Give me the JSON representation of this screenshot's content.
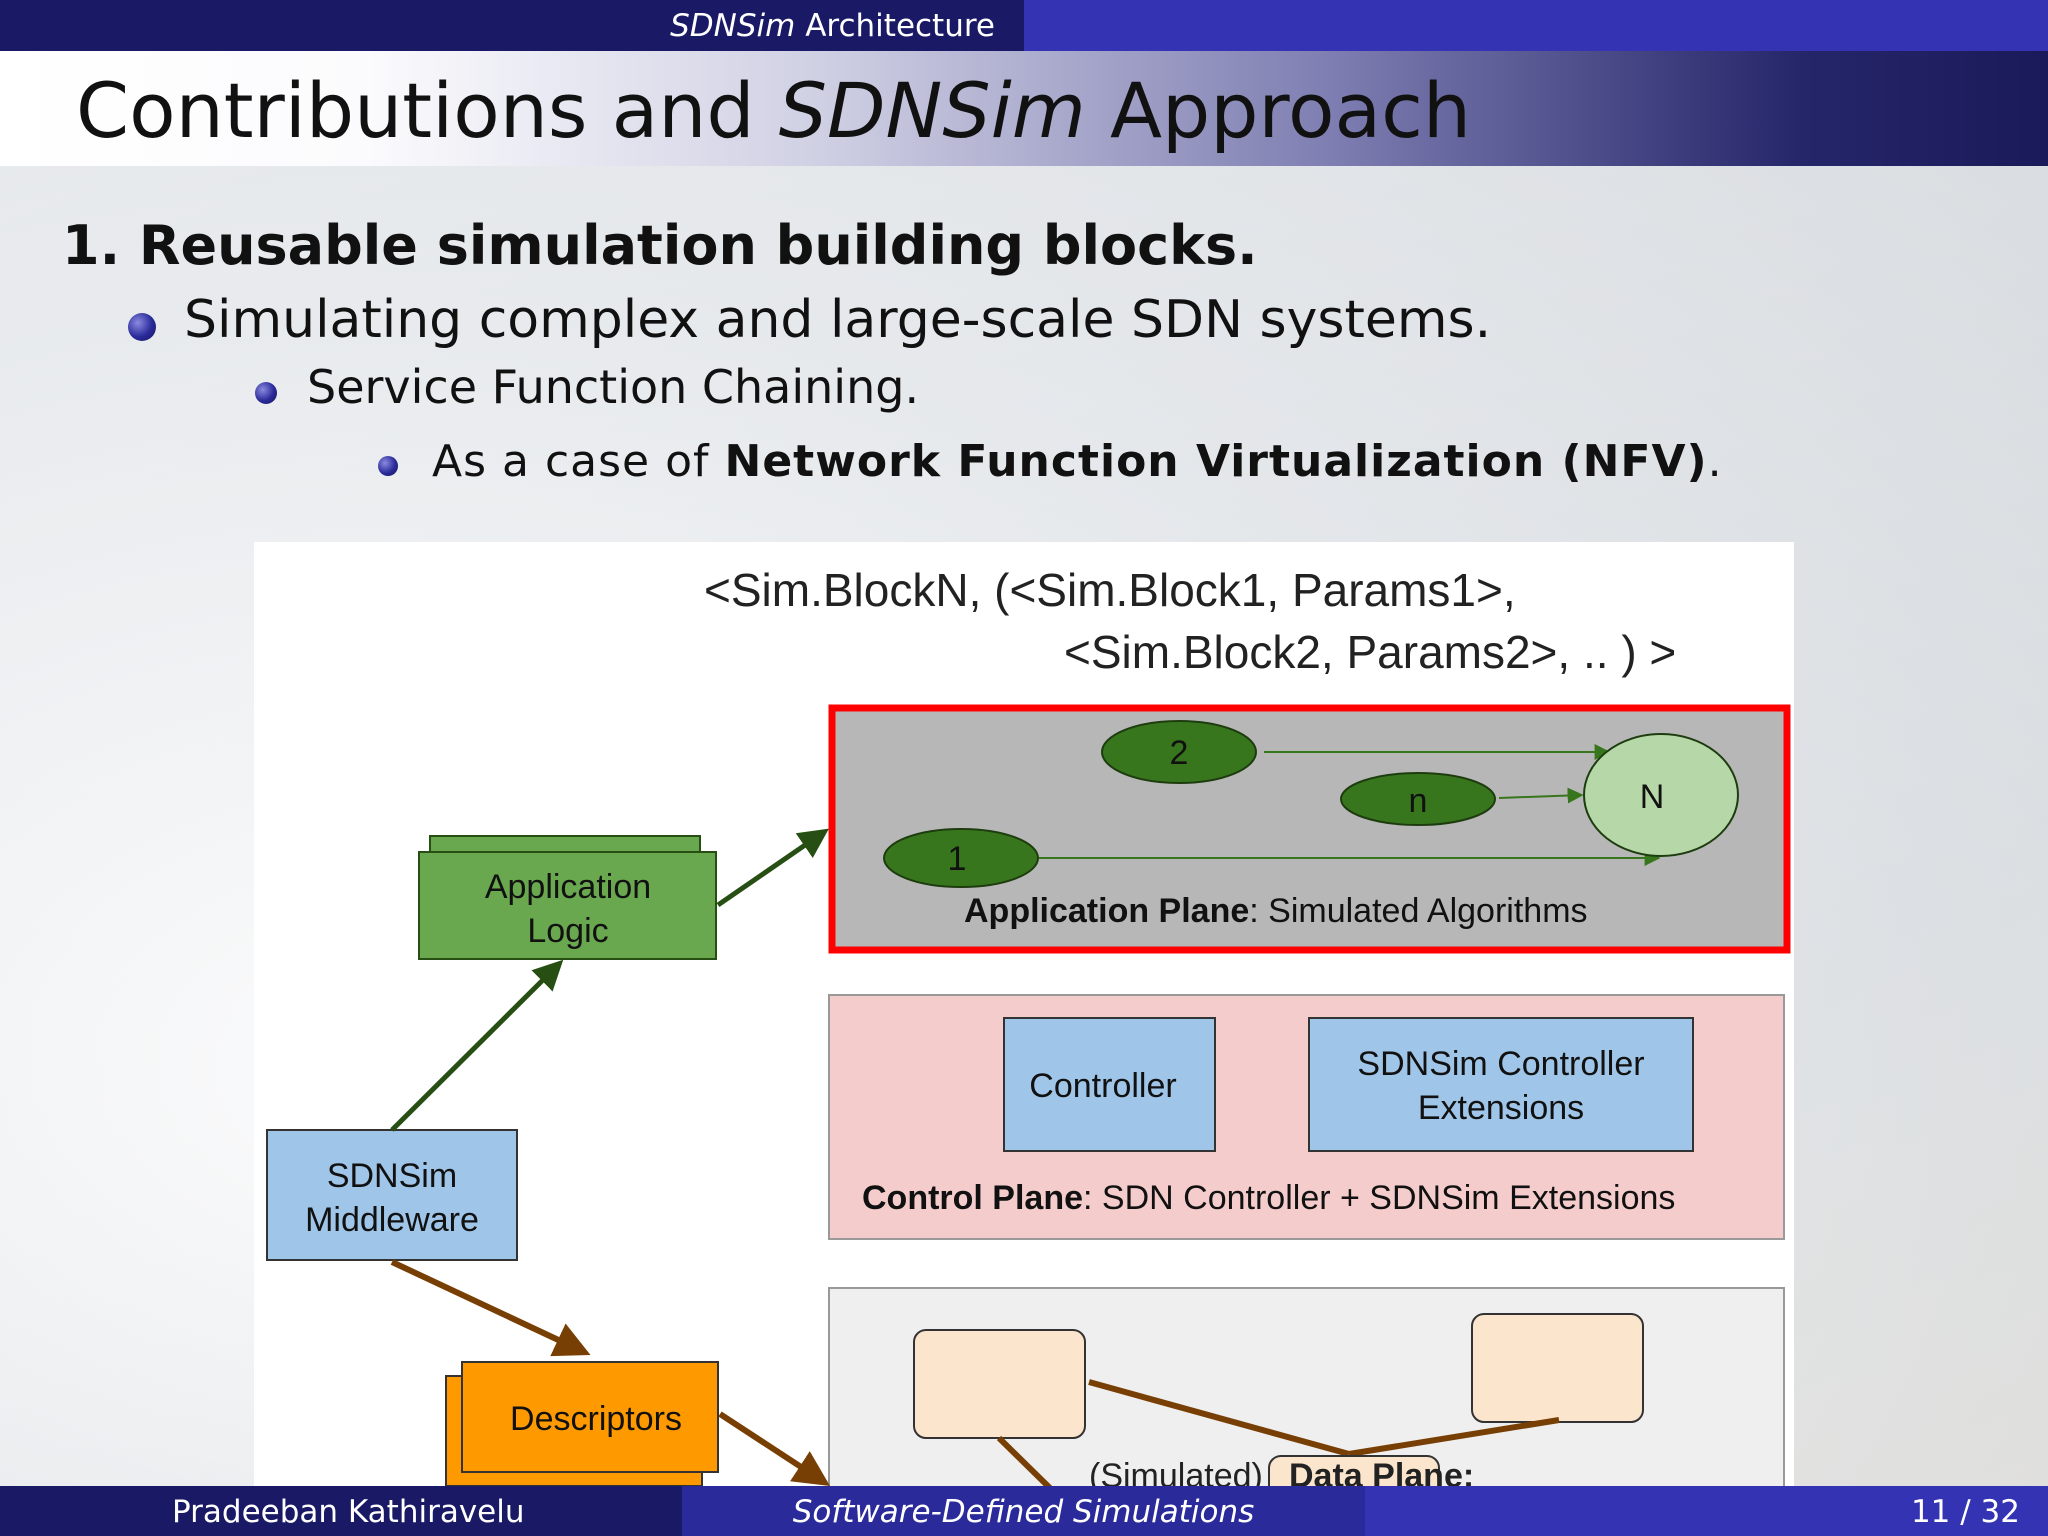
{
  "header": {
    "section_italic": "SDNSim",
    "section_rest": " Architecture",
    "title_part1": "Contributions and ",
    "title_italic": "SDNSim",
    "title_part2": " Approach"
  },
  "content": {
    "item1": "1. Reusable simulation building blocks.",
    "bullet1": "Simulating complex and large-scale SDN systems.",
    "bullet2": "Service Function Chaining.",
    "bullet3_prefix": "As a case of ",
    "bullet3_bold": "Network Function Virtualization (NFV)",
    "bullet3_suffix": "."
  },
  "diagram": {
    "formula_line1": "<Sim.BlockN, (<Sim.Block1, Params1>,",
    "formula_line2": "<Sim.Block2, Params2>, .. ) >",
    "app_logic_line1": "Application",
    "app_logic_line2": "Logic",
    "middleware_line1": "SDNSim",
    "middleware_line2": "Middleware",
    "descriptors": "Descriptors",
    "node_2": "2",
    "node_n": "n",
    "node_1": "1",
    "node_N": "N",
    "app_plane_bold": "Application Plane",
    "app_plane_rest": ": Simulated Algorithms",
    "controller": "Controller",
    "ctrl_ext_line1": "SDNSim Controller",
    "ctrl_ext_line2": "Extensions",
    "control_plane_bold": "Control Plane",
    "control_plane_rest": ": SDN Controller + SDNSim Extensions",
    "data_plane_partial1": "(Simulated)",
    "data_plane_partial2": "Data Plane:",
    "colors": {
      "app_green": "#6aa84f",
      "node_green": "#38761d",
      "node_N_fill": "#b6d7a8",
      "blue_box": "#9fc5e8",
      "pink_plane": "#f4cccc",
      "orange": "#ff9900",
      "red_border": "#ff0000",
      "gray_plane": "#b7b7b7",
      "arrow_green": "#274e13",
      "arrow_brown": "#783f04"
    }
  },
  "footer": {
    "author": "Pradeeban Kathiravelu",
    "talk_title": "Software-Defined Simulations",
    "page": "11 / 32"
  }
}
